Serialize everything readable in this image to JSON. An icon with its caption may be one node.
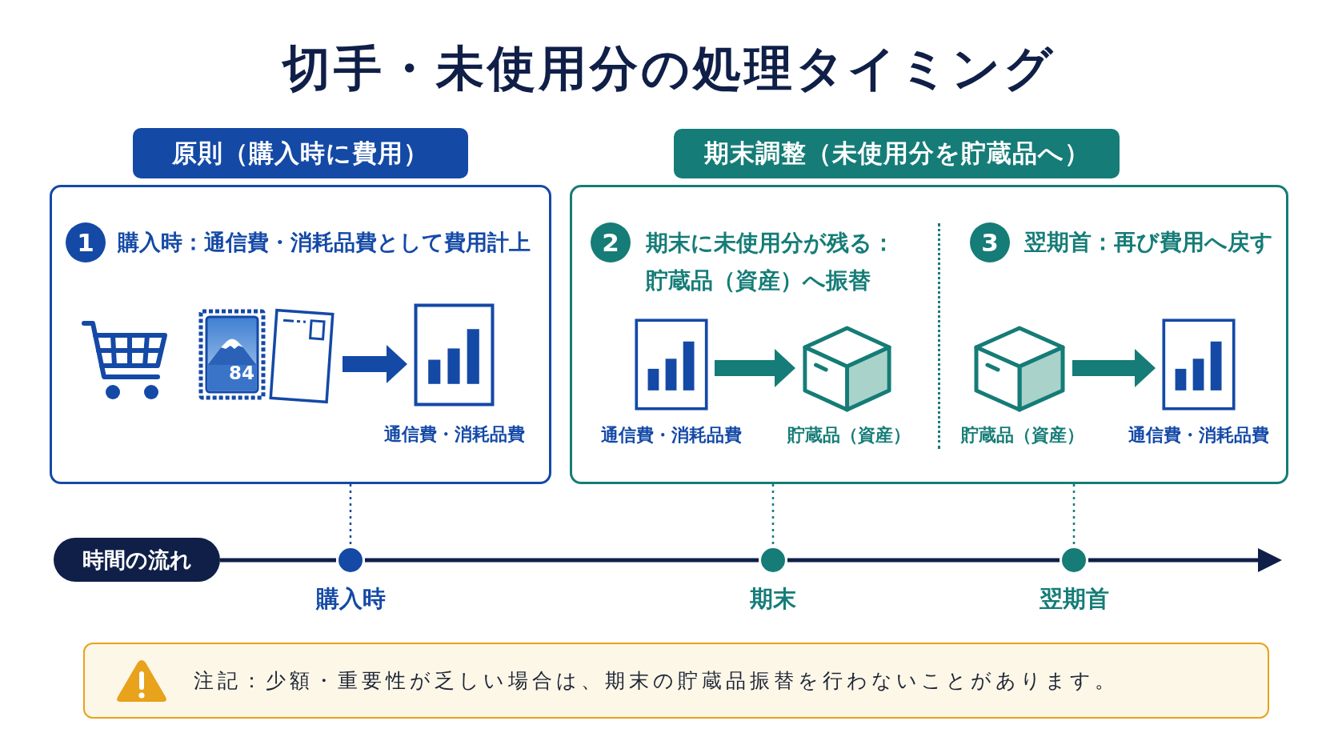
{
  "diagram": {
    "title": "切手・未使用分の処理タイミング",
    "nodes": [
      {
        "text": [
          "原則（購入時に費用）"
        ]
      },
      {
        "text": [
          "1"
        ],
        "beside": [
          "購入時：通信費・消耗品費として費用計上"
        ],
        "in": 0
      },
      {
        "text": [],
        "shape": "picture",
        "in": 0
      },
      {
        "text": [],
        "shape": "picture",
        "beside": [
          "通信費・消耗品費"
        ],
        "in": 0
      },
      {
        "text": [
          "期末調整（未使用分を貯蔵品へ）"
        ]
      },
      {
        "text": [
          "2"
        ],
        "beside": [
          "期末に未使用分が残る：貯蔵品（資産）へ振替"
        ],
        "in": 4
      },
      {
        "text": [],
        "shape": "picture",
        "beside": [
          "通信費・消耗品費"
        ],
        "in": 4
      },
      {
        "text": [],
        "shape": "picture",
        "beside": [
          "貯蔵品（資産）"
        ],
        "in": 4
      },
      {
        "text": [
          "3"
        ],
        "beside": [
          "翌期首：再び費用へ戻す"
        ],
        "in": 4
      },
      {
        "text": [],
        "shape": "picture",
        "beside": [
          "貯蔵品（資産）"
        ],
        "in": 4
      },
      {
        "text": [],
        "shape": "picture",
        "beside": [
          "通信費・消耗品費"
        ],
        "in": 4
      },
      {
        "text": [
          "時間の流れ"
        ]
      },
      {
        "text": [],
        "shape": "circle",
        "beside": [
          "購入時"
        ]
      },
      {
        "text": [],
        "shape": "circle",
        "beside": [
          "期末"
        ]
      },
      {
        "text": [],
        "shape": "circle",
        "beside": [
          "翌期首"
        ]
      },
      {
        "text": [
          "注記：少額・重要性が乏しい場合は、期末の貯蔵品振替を行わないことがあります。"
        ]
      }
    ],
    "edges": [
      {
        "from": 2,
        "to": 3,
        "arrow": "to",
        "style": "thick",
        "color": "#1449a6"
      },
      {
        "from": 6,
        "to": 7,
        "arrow": "to",
        "style": "thick",
        "color": "#157c77"
      },
      {
        "from": 9,
        "to": 10,
        "arrow": "to",
        "style": "thick",
        "color": "#157c77"
      },
      {
        "from": 0,
        "to": 12,
        "arrow": "none",
        "style": "dashed",
        "color": "#1449a6"
      },
      {
        "from": 4,
        "to": 13,
        "arrow": "none",
        "style": "dashed",
        "color": "#157c77"
      },
      {
        "from": 4,
        "to": 14,
        "arrow": "none",
        "style": "dashed",
        "color": "#157c77"
      },
      {
        "from": 11,
        "to": 12,
        "arrow": "none",
        "color": "#0f1f47"
      },
      {
        "from": 12,
        "to": 13,
        "arrow": "none",
        "color": "#0f1f47"
      },
      {
        "from": 13,
        "to": 14,
        "arrow": "none",
        "color": "#0f1f47"
      },
      {
        "from": 14,
        "to": null,
        "arrow": "to",
        "color": "#0f1f47"
      }
    ],
    "labels": [
      "84"
    ]
  }
}
